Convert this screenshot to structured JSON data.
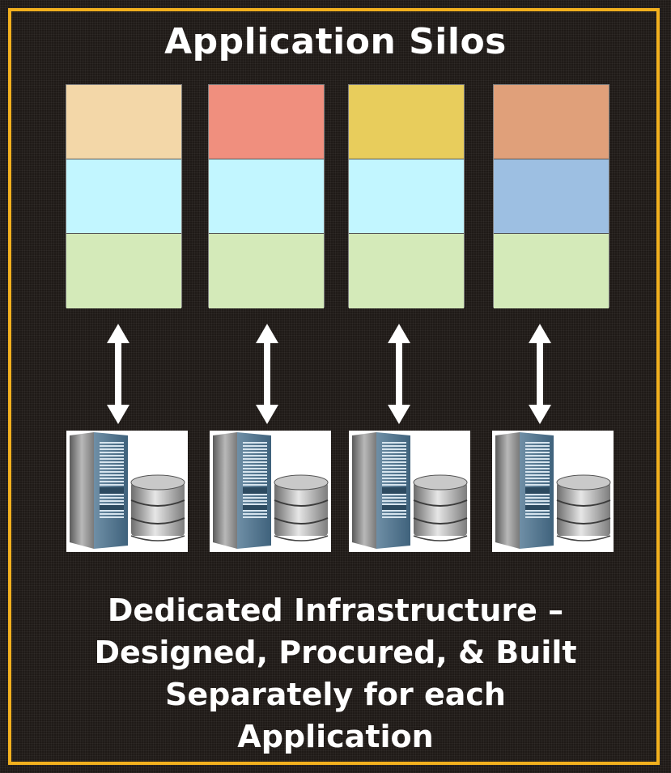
{
  "title": "Application Silos",
  "silos": [
    {
      "layer_colors": [
        "#f3d7a8",
        "#c2f6ff",
        "#d4eab9"
      ]
    },
    {
      "layer_colors": [
        "#f08f7e",
        "#c2f6ff",
        "#d4eab9"
      ]
    },
    {
      "layer_colors": [
        "#e8cd5c",
        "#c2f6ff",
        "#d4eab9"
      ]
    },
    {
      "layer_colors": [
        "#e0a07a",
        "#9dbfe2",
        "#d4eab9"
      ]
    }
  ],
  "icons": {
    "arrow": "double-headed-arrow-icon",
    "server": "server-rack-icon",
    "storage": "database-storage-icon"
  },
  "caption": {
    "line1": "Dedicated Infrastructure –",
    "line2": "Designed, Procured, & Built",
    "line3": "Separately for each",
    "line4": "Application"
  },
  "colors": {
    "frame": "#f2b01e",
    "background": "#1f1a17",
    "text": "#ffffff"
  }
}
